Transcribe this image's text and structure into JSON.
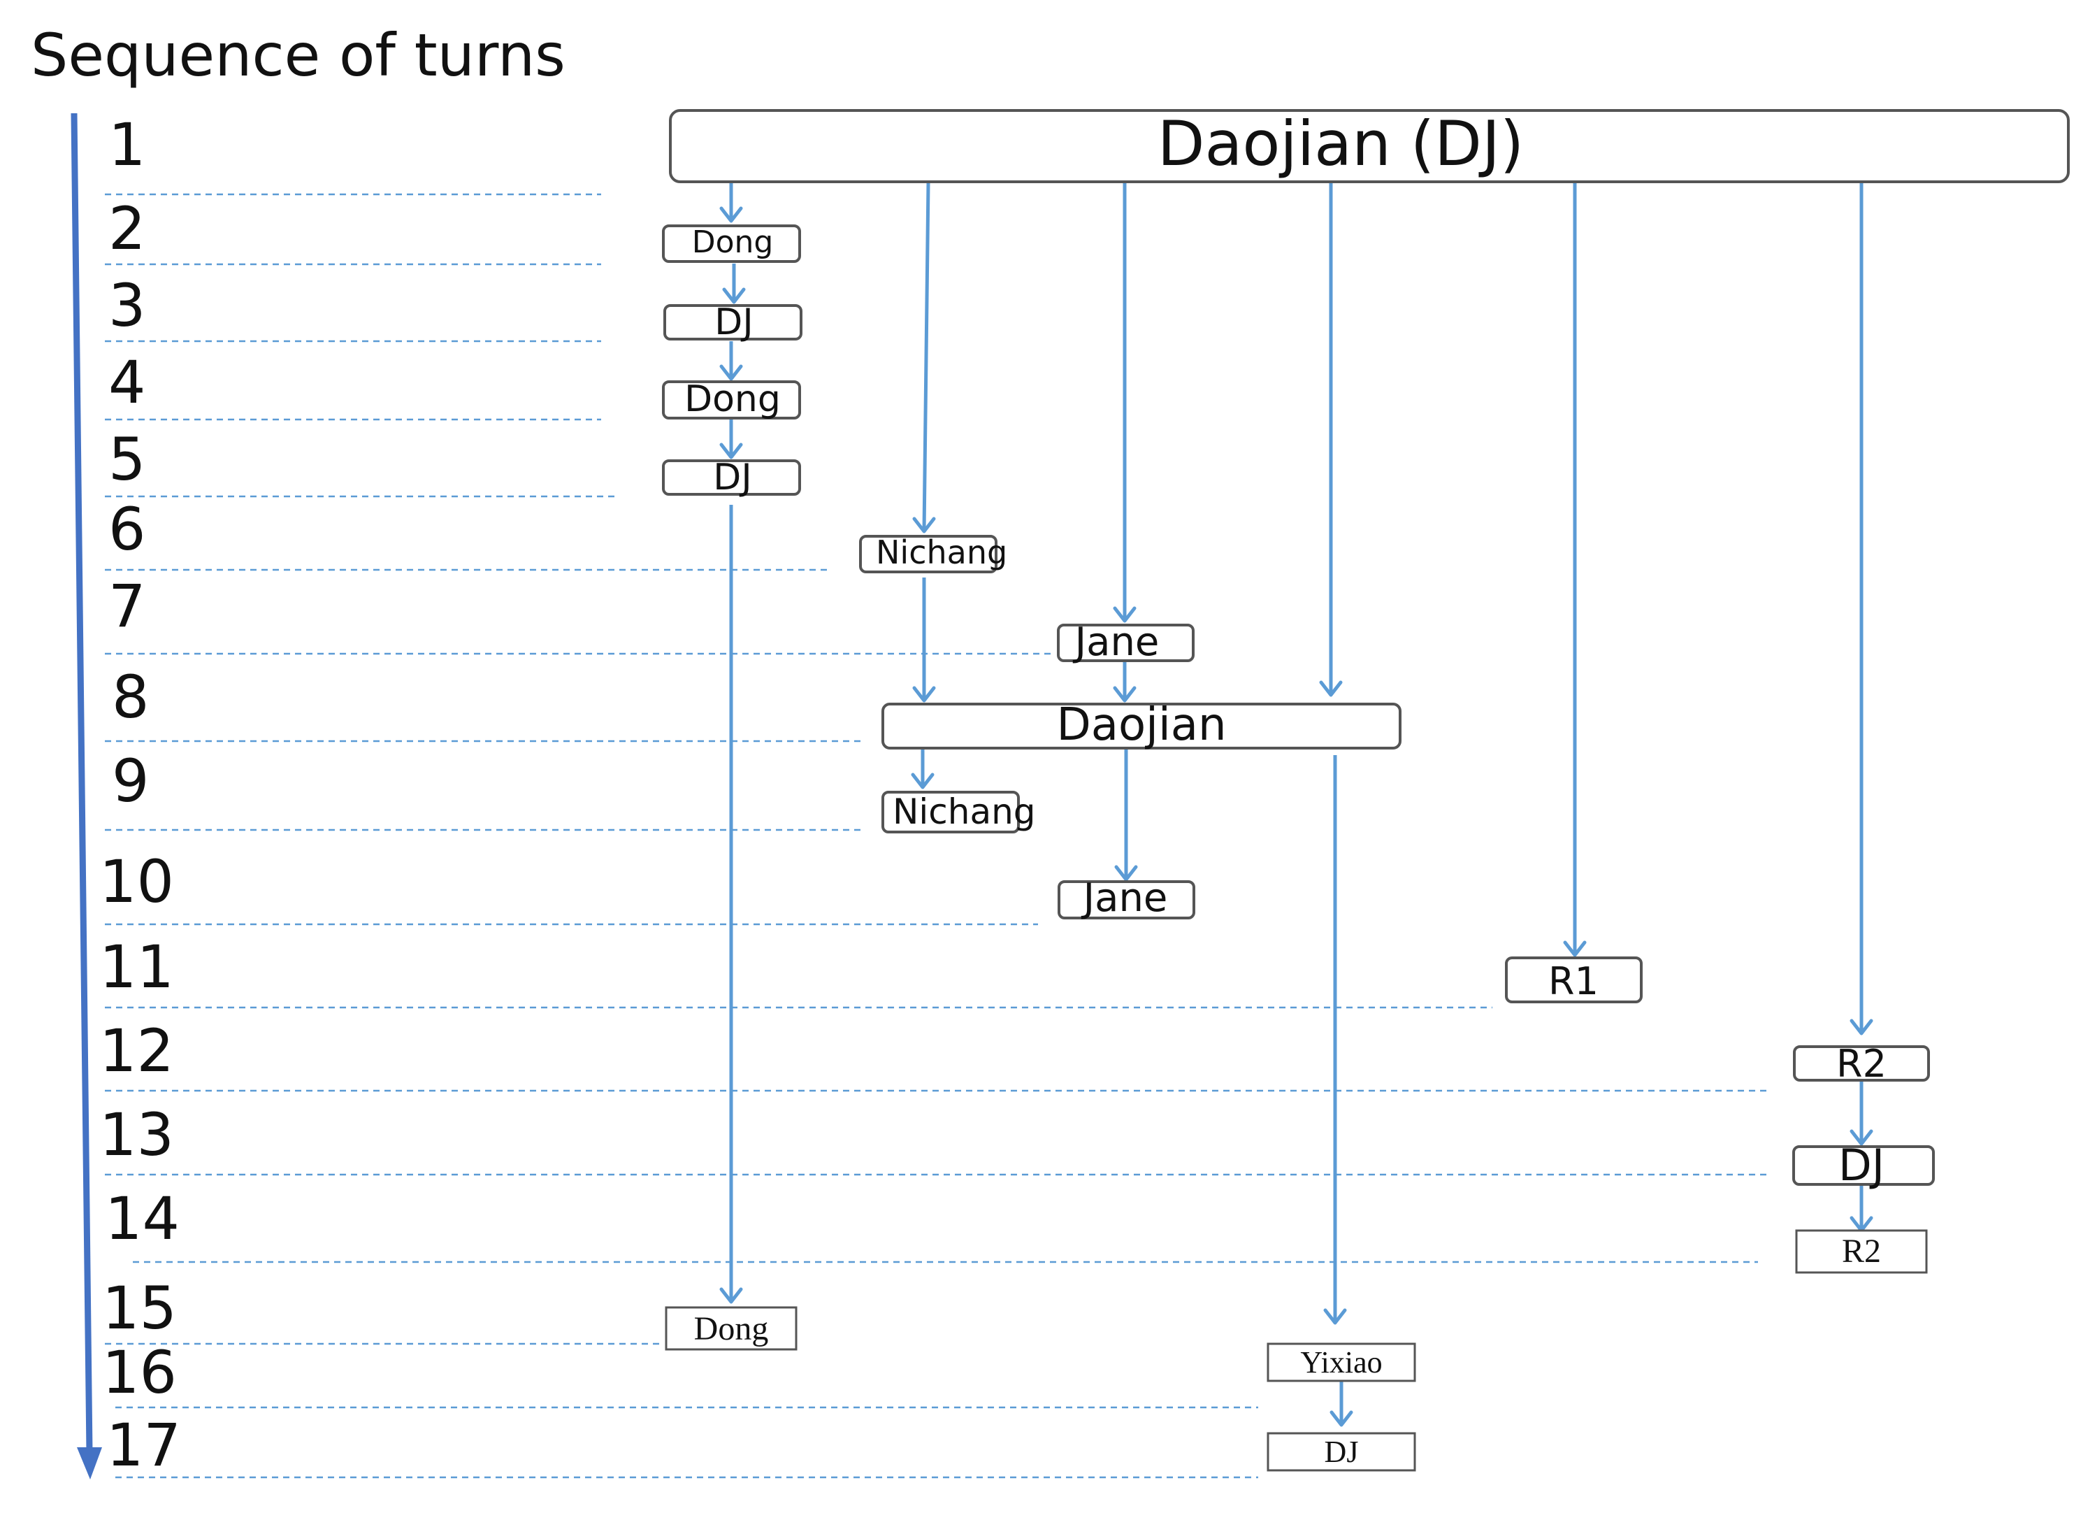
{
  "title": "Sequence of turns",
  "colors": {
    "arrow": "#5b9bd5",
    "timeline": "#4472c4",
    "box_border": "#555555",
    "text": "#111111"
  },
  "turn_numbers": [
    "1",
    "2",
    "3",
    "4",
    "5",
    "6",
    "7",
    "8",
    "9",
    "10",
    "11",
    "12",
    "13",
    "14",
    "15",
    "16",
    "17"
  ],
  "nodes": [
    {
      "id": "daojian_dj",
      "label": "Daojian (DJ)",
      "turn": 1
    },
    {
      "id": "dong_2",
      "label": "Dong",
      "turn": 2
    },
    {
      "id": "dj_3",
      "label": "DJ",
      "turn": 3
    },
    {
      "id": "dong_4",
      "label": "Dong",
      "turn": 4
    },
    {
      "id": "dj_5",
      "label": "DJ",
      "turn": 5
    },
    {
      "id": "nichang_6",
      "label": "Nichang",
      "turn": 6
    },
    {
      "id": "jane_7",
      "label": "Jane",
      "turn": 7
    },
    {
      "id": "daojian_8",
      "label": "Daojian",
      "turn": 8
    },
    {
      "id": "nichang_9",
      "label": "Nichang",
      "turn": 9
    },
    {
      "id": "jane_10",
      "label": "Jane",
      "turn": 10
    },
    {
      "id": "r1_11",
      "label": "R1",
      "turn": 11
    },
    {
      "id": "r2_12",
      "label": "R2",
      "turn": 12
    },
    {
      "id": "dj_13",
      "label": "DJ",
      "turn": 13
    },
    {
      "id": "r2_14",
      "label": "R2",
      "turn": 14
    },
    {
      "id": "dong_15",
      "label": "Dong",
      "turn": 15
    },
    {
      "id": "yixiao_16",
      "label": "Yixiao",
      "turn": 16
    },
    {
      "id": "dj_17",
      "label": "DJ",
      "turn": 17
    }
  ],
  "edges": [
    {
      "from": "daojian_dj",
      "to": "dong_2"
    },
    {
      "from": "dong_2",
      "to": "dj_3"
    },
    {
      "from": "dj_3",
      "to": "dong_4"
    },
    {
      "from": "dong_4",
      "to": "dj_5"
    },
    {
      "from": "dj_5",
      "to": "dong_15"
    },
    {
      "from": "daojian_dj",
      "to": "nichang_6"
    },
    {
      "from": "nichang_6",
      "to": "daojian_8"
    },
    {
      "from": "daojian_8",
      "to": "nichang_9"
    },
    {
      "from": "daojian_dj",
      "to": "jane_7"
    },
    {
      "from": "jane_7",
      "to": "daojian_8"
    },
    {
      "from": "daojian_8",
      "to": "jane_10"
    },
    {
      "from": "daojian_dj",
      "to": "daojian_8"
    },
    {
      "from": "daojian_8",
      "to": "yixiao_16"
    },
    {
      "from": "yixiao_16",
      "to": "dj_17"
    },
    {
      "from": "daojian_dj",
      "to": "r1_11"
    },
    {
      "from": "daojian_dj",
      "to": "r2_12"
    },
    {
      "from": "r2_12",
      "to": "dj_13"
    },
    {
      "from": "dj_13",
      "to": "r2_14"
    }
  ]
}
